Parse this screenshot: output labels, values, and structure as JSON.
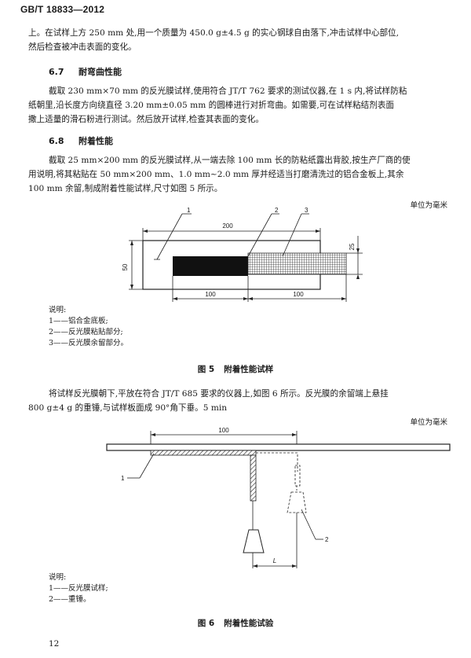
{
  "header": {
    "standard": "GB/T 18833—2012"
  },
  "intro_paragraph": {
    "line1": "上。在试样上方 250 mm 处,用一个质量为 450.0 g±4.5 g 的实心钢球自由落下,冲击试样中心部位,",
    "line2": "然后检查被冲击表面的变化。"
  },
  "section_6_7": {
    "number": "6.7",
    "title": "耐弯曲性能",
    "line1": "截取 230 mm×70 mm 的反光膜试样,使用符合 JT/T 762 要求的测试仪器,在 1 s 内,将试样防粘",
    "line2": "纸朝里,沿长度方向绕直径 3.20 mm±0.05 mm 的圆棒进行对折弯曲。如需要,可在试样粘结剂表面",
    "line3": "撒上适量的滑石粉进行测试。然后放开试样,检查其表面的变化。"
  },
  "section_6_8": {
    "number": "6.8",
    "title": "附着性能",
    "line1": "截取 25 mm×200 mm 的反光膜试样,从一端去除 100 mm 长的防粘纸露出背胶,按生产厂商的使",
    "line2": "用说明,将其粘贴在 50 mm×200 mm、1.0 mm~2.0 mm 厚并经适当打磨清洗过的铝合金板上,其余",
    "line3": "100 mm 余留,制成附着性能试样,尺寸如图 5 所示。"
  },
  "figure5": {
    "unit_note": "单位为毫米",
    "callouts": [
      "1",
      "2",
      "3"
    ],
    "dim_total": "200",
    "dim_height": "50",
    "dim_strip": "25",
    "dim_bonded": "100",
    "dim_free": "100",
    "legend_title": "说明:",
    "legend": [
      "1——铝合金底板;",
      "2——反光膜粘贴部分;",
      "3——反光膜余留部分。"
    ],
    "caption_label": "图 5",
    "caption_title": "附着性能试样"
  },
  "procedure_paragraph": {
    "line1": "将试样反光膜朝下,平放在符合 JT/T 685 要求的仪器上,如图 6 所示。反光膜的余留端上悬挂",
    "line2": "800 g±4 g 的重锤,与试样板面成 90°角下垂。5 min"
  },
  "figure6": {
    "unit_note": "单位为毫米",
    "dim_top": "100",
    "dim_l": "L",
    "callouts": [
      "1",
      "2"
    ],
    "legend_title": "说明:",
    "legend": [
      "1——反光膜试样;",
      "2——重锤。"
    ],
    "caption_label": "图 6",
    "caption_title": "附着性能试验"
  },
  "footer": {
    "page_number": "12"
  }
}
